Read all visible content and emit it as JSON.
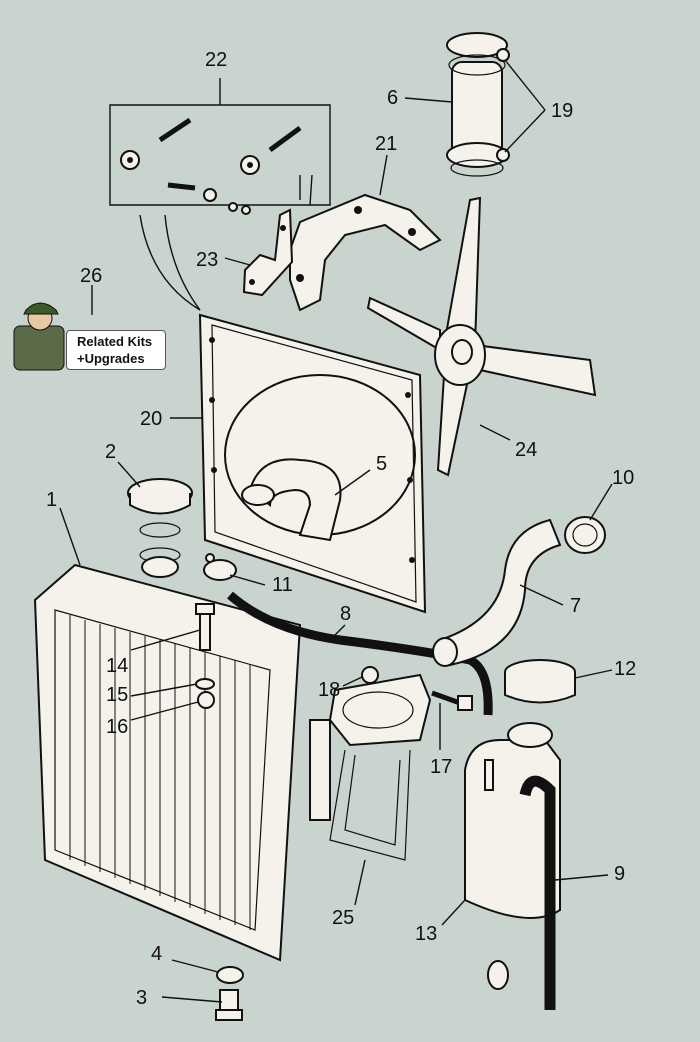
{
  "related_kits": {
    "line1": "Related Kits",
    "line2": "+Upgrades"
  },
  "callouts": [
    {
      "id": "1",
      "part": "radiator"
    },
    {
      "id": "2",
      "part": "radiator cap"
    },
    {
      "id": "3",
      "part": "drain plug"
    },
    {
      "id": "4",
      "part": "washer"
    },
    {
      "id": "5",
      "part": "hose"
    },
    {
      "id": "6",
      "part": "hose"
    },
    {
      "id": "7",
      "part": "top hose"
    },
    {
      "id": "8",
      "part": "overflow pipe"
    },
    {
      "id": "9",
      "part": "hose"
    },
    {
      "id": "10",
      "part": "hose clip"
    },
    {
      "id": "11",
      "part": "clip"
    },
    {
      "id": "12",
      "part": "tank cap"
    },
    {
      "id": "13",
      "part": "expansion tank"
    },
    {
      "id": "14",
      "part": "bolt"
    },
    {
      "id": "15",
      "part": "washer"
    },
    {
      "id": "16",
      "part": "nut"
    },
    {
      "id": "17",
      "part": "bolt"
    },
    {
      "id": "18",
      "part": "nut"
    },
    {
      "id": "19",
      "part": "hose clips"
    },
    {
      "id": "20",
      "part": "cowl"
    },
    {
      "id": "21",
      "part": "bracket"
    },
    {
      "id": "22",
      "part": "fixings kit"
    },
    {
      "id": "23",
      "part": "bracket"
    },
    {
      "id": "24",
      "part": "fan"
    },
    {
      "id": "25",
      "part": "tank strap"
    },
    {
      "id": "26",
      "part": "related kits"
    }
  ],
  "colors": {
    "background": "#c9d4cf",
    "line": "#111111",
    "part_fill": "#f4f2ea"
  }
}
